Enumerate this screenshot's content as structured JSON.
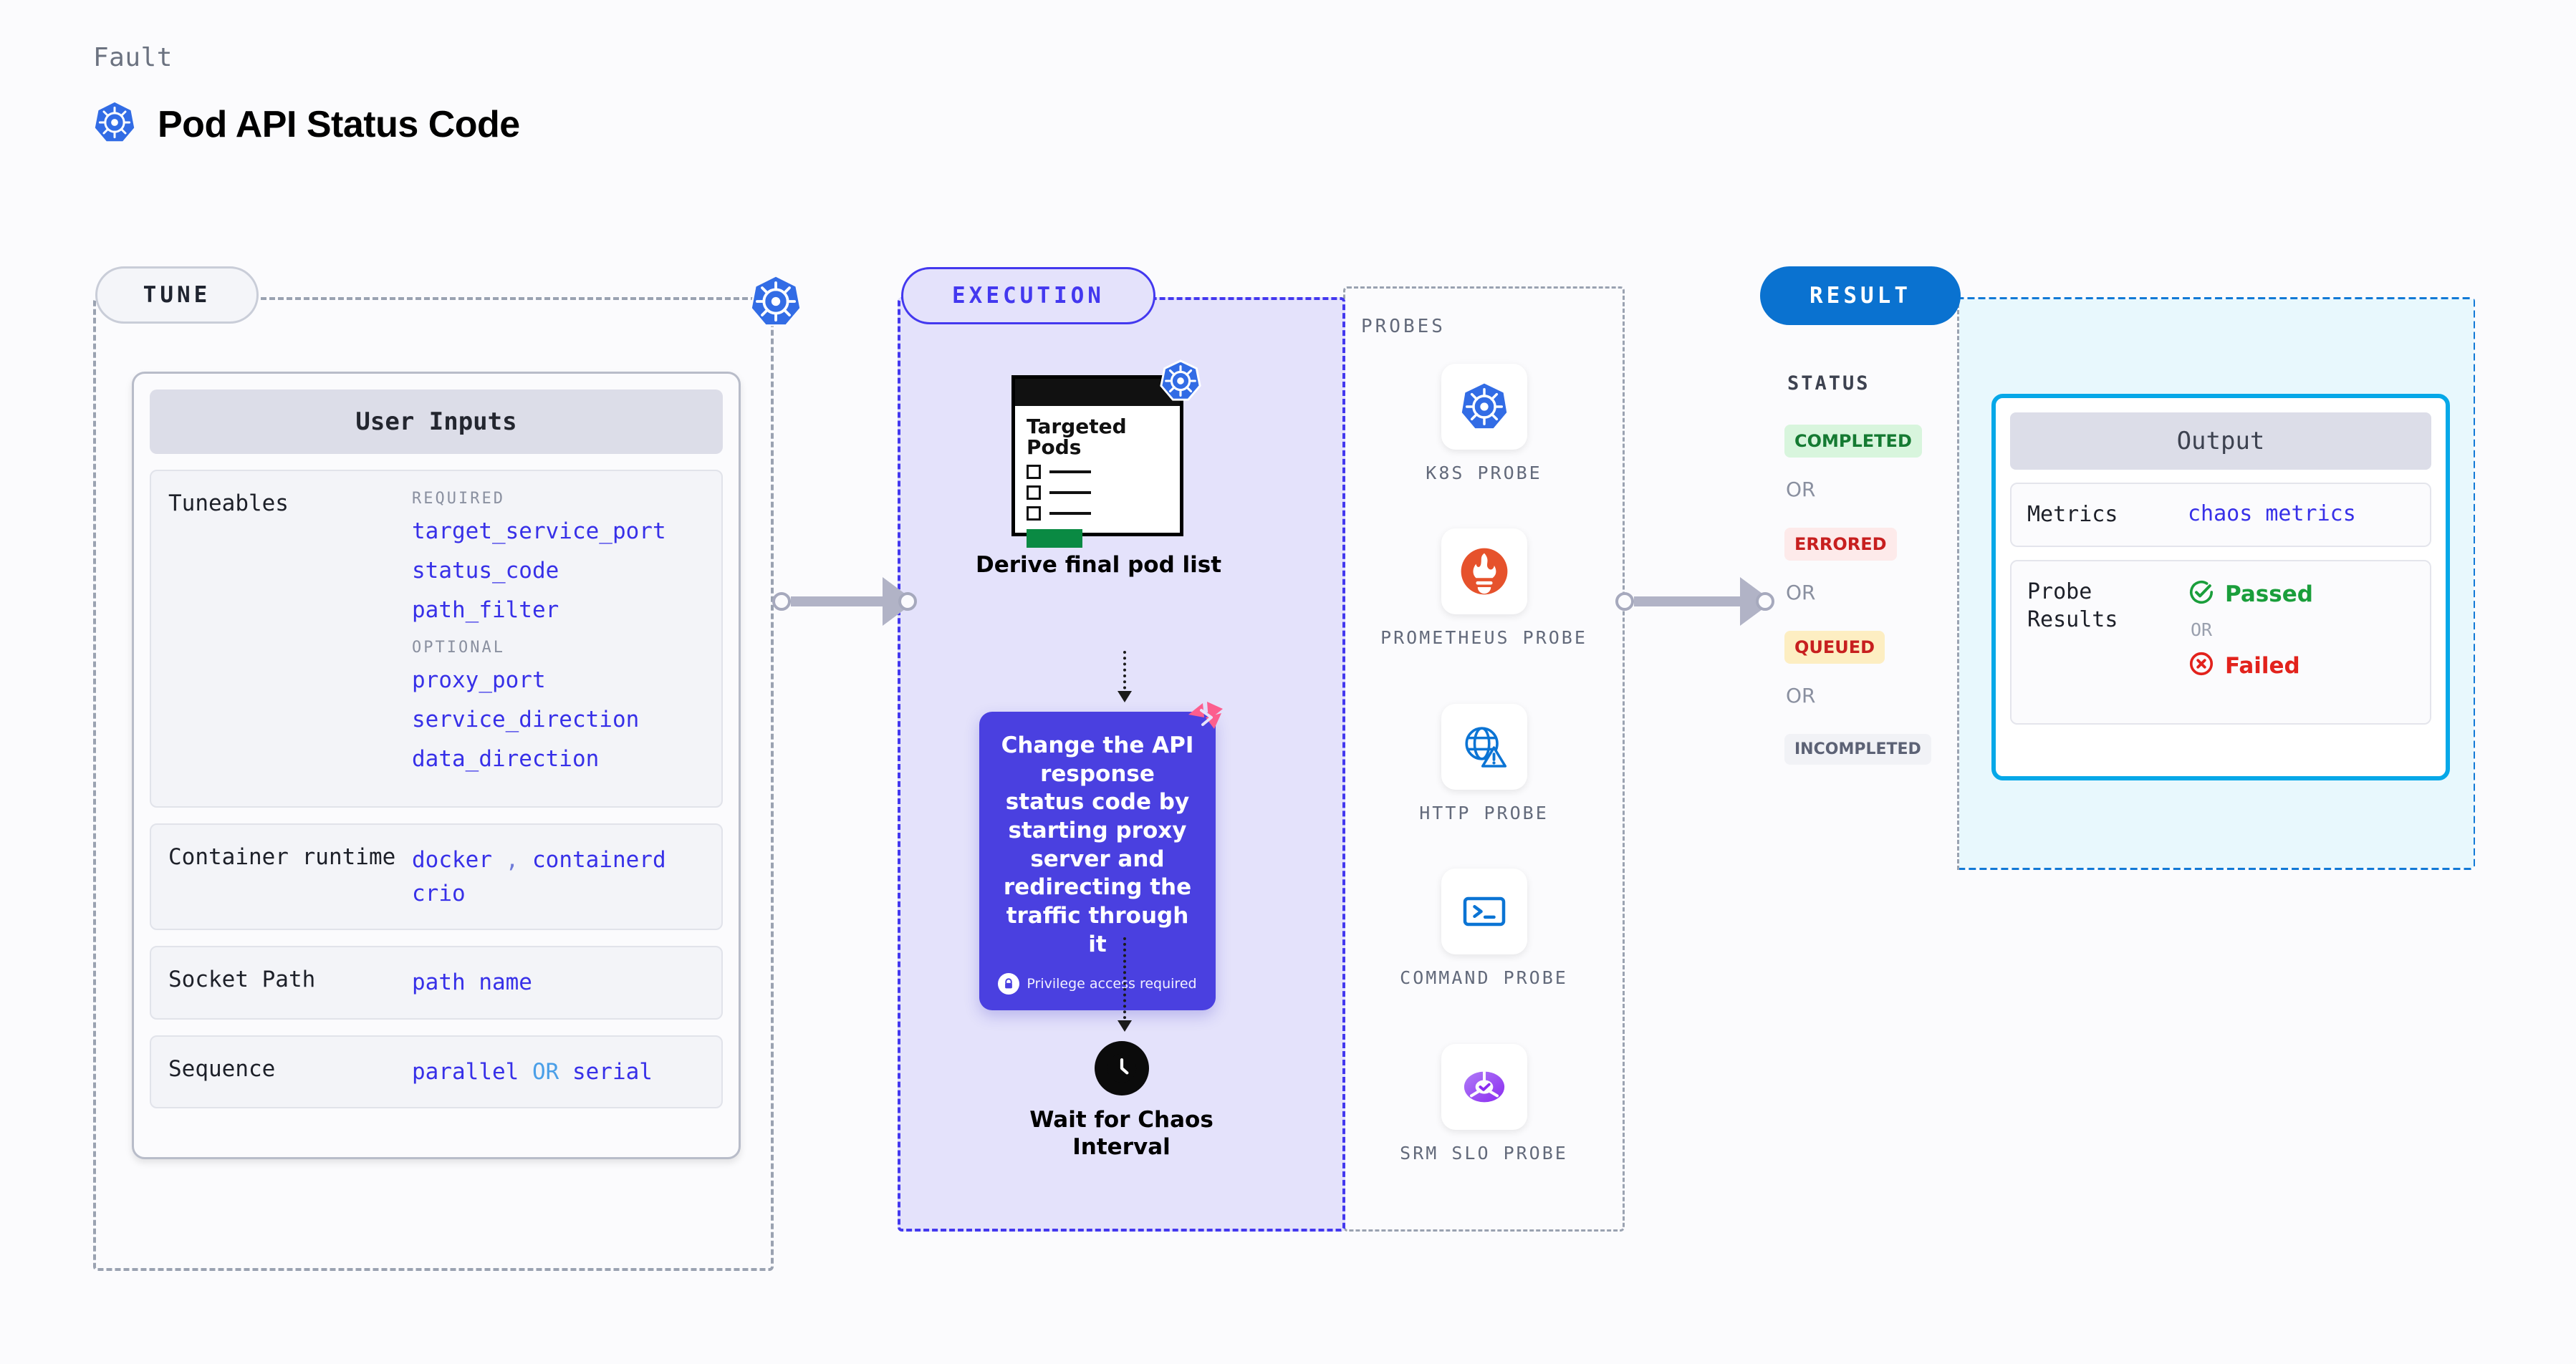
{
  "header": {
    "kicker": "Fault",
    "title": "Pod API Status Code",
    "icon": "kubernetes-icon"
  },
  "tune": {
    "tag": "TUNE",
    "badge_icon": "kubernetes-icon",
    "card_title": "User Inputs",
    "tuneables": {
      "label": "Tuneables",
      "required_label": "REQUIRED",
      "required": [
        "target_service_port",
        "status_code",
        "path_filter"
      ],
      "optional_label": "OPTIONAL",
      "optional": [
        "proxy_port",
        "service_direction",
        "data_direction"
      ]
    },
    "container_runtime": {
      "label": "Container runtime",
      "values": [
        "docker",
        "containerd",
        "crio"
      ],
      "separator": ","
    },
    "socket_path": {
      "label": "Socket Path",
      "value": "path name"
    },
    "sequence": {
      "label": "Sequence",
      "left": "parallel",
      "or": "OR",
      "right": "serial"
    }
  },
  "execution": {
    "tag": "EXECUTION",
    "pods_card": {
      "heading": "Targeted\nPods",
      "heading_line1": "Targeted",
      "heading_line2": "Pods",
      "badge_icon": "kubernetes-icon",
      "rows": 3
    },
    "derive_label": "Derive final pod list",
    "chaos_card": {
      "text": "Change the API response status code by starting proxy server and redirecting the traffic through it",
      "privilege_note": "Privilege access required",
      "privilege_icon": "lock-icon",
      "corner_icon": "harness-ribbon-icon",
      "accent": "#4a40e0"
    },
    "wait": {
      "icon": "clock-icon",
      "line1": "Wait for Chaos",
      "line2": "Interval"
    }
  },
  "probes": {
    "title": "PROBES",
    "items": [
      {
        "label": "K8S PROBE",
        "icon": "kubernetes-icon"
      },
      {
        "label": "PROMETHEUS PROBE",
        "icon": "prometheus-icon"
      },
      {
        "label": "HTTP PROBE",
        "icon": "globe-warning-icon"
      },
      {
        "label": "COMMAND PROBE",
        "icon": "terminal-icon"
      },
      {
        "label": "SRM SLO PROBE",
        "icon": "srm-slo-icon"
      }
    ]
  },
  "result": {
    "tag": "RESULT",
    "status_title": "STATUS",
    "or_label": "OR",
    "statuses": [
      {
        "label": "COMPLETED",
        "color": "#157a32",
        "bg": "#d8f5dd"
      },
      {
        "label": "ERRORED",
        "color": "#c71f1f",
        "bg": "#fdeaea"
      },
      {
        "label": "QUEUED",
        "color": "#c71f1f",
        "bg": "#fdeec2"
      },
      {
        "label": "INCOMPLETED",
        "color": "#5c6275",
        "bg": "#f1f2f6"
      }
    ],
    "output": {
      "title": "Output",
      "metrics": {
        "label": "Metrics",
        "value": "chaos metrics"
      },
      "probe_results": {
        "label": "Probe Results",
        "passed": "Passed",
        "or": "OR",
        "failed": "Failed",
        "passed_icon": "check-circle-icon",
        "failed_icon": "x-circle-icon",
        "passed_color": "#1a9e3b",
        "failed_color": "#e2221c"
      }
    }
  }
}
